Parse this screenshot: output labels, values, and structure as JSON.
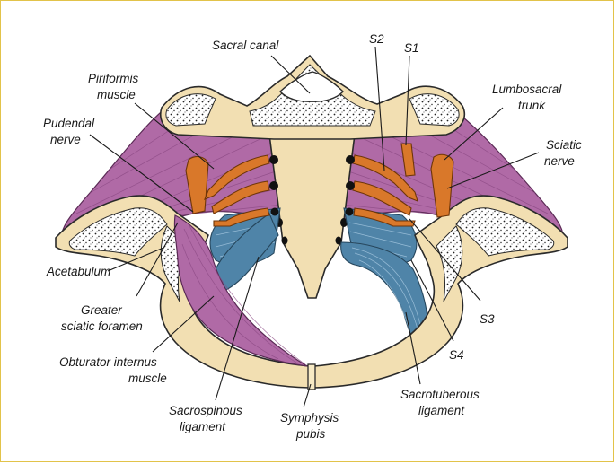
{
  "labels": {
    "sacral_canal": "Sacral canal",
    "s2": "S2",
    "s1": "S1",
    "piriformis_l1": "Piriformis",
    "piriformis_l2": "muscle",
    "lumbosacral_l1": "Lumbosacral",
    "lumbosacral_l2": "trunk",
    "pudendal_l1": "Pudendal",
    "pudendal_l2": "nerve",
    "sciatic_l1": "Sciatic",
    "sciatic_l2": "nerve",
    "acetabulum": "Acetabulum",
    "greater_l1": "Greater",
    "greater_l2": "sciatic foramen",
    "s3": "S3",
    "s4": "S4",
    "obturator_l1": "Obturator internus",
    "obturator_l2": "muscle",
    "sacrotuberous_l1": "Sacrotuberous",
    "sacrotuberous_l2": "ligament",
    "sacrospinous_l1": "Sacrospinous",
    "sacrospinous_l2": "ligament",
    "symphysis_l1": "Symphysis",
    "symphysis_l2": "pubis"
  },
  "colors": {
    "bone": "#f2dfb2",
    "muscle": "#b06aa6",
    "ligament": "#4f84a8",
    "nerve": "#d9782a",
    "border": "#e2c34a"
  }
}
